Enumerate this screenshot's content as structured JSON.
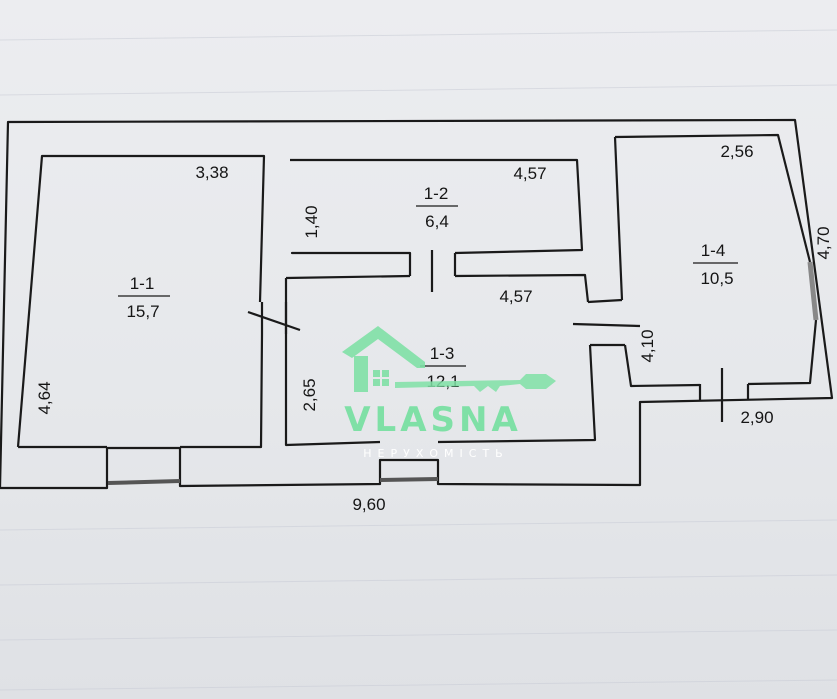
{
  "rooms": [
    {
      "id": "1-1",
      "area": "15,7"
    },
    {
      "id": "1-2",
      "area": "6,4"
    },
    {
      "id": "1-3",
      "area": "12,1"
    },
    {
      "id": "1-4",
      "area": "10,5"
    }
  ],
  "dimensions": {
    "r11_width": "3,38",
    "r11_height": "4,64",
    "r12_width": "4,57",
    "r12_height": "1,40",
    "r13_width": "4,57",
    "r13_height": "2,65",
    "r14_width": "2,56",
    "r14_height": "4,10",
    "r14_outer": "4,70",
    "r14_bottom": "2,90",
    "total_width": "9,60"
  },
  "watermark": {
    "brand": "VLASNA",
    "subtitle": "НЕРУХОМІСТЬ",
    "brand_color": "#7fe0a6"
  },
  "colors": {
    "paper": "#e9eaec",
    "wall": "#1a1a1a",
    "grid": "#c9ccd6"
  }
}
